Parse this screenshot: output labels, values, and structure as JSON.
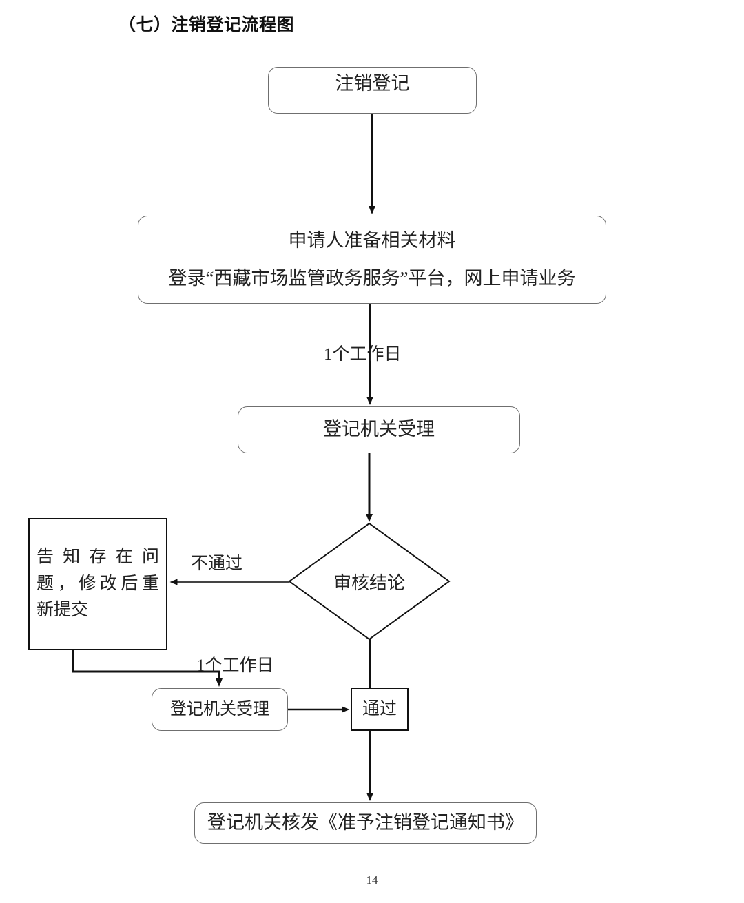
{
  "document": {
    "title": "（七）注销登记流程图",
    "page_number": "14"
  },
  "flowchart": {
    "type": "flowchart",
    "nodes": [
      {
        "id": "start",
        "shape": "rounded-rect",
        "text": "注销登记"
      },
      {
        "id": "prepare",
        "shape": "rounded-rect",
        "line1": "申请人准备相关材料",
        "line2": "登录“西藏市场监管政务服务”平台，网上申请业务"
      },
      {
        "id": "accept1",
        "shape": "rounded-rect",
        "text": "登记机关受理"
      },
      {
        "id": "decision",
        "shape": "diamond",
        "text": "审核结论"
      },
      {
        "id": "notify",
        "shape": "rect",
        "line1": "告知存在问",
        "line2": "题，修改后重",
        "line3": "新提交"
      },
      {
        "id": "accept2",
        "shape": "rounded-rect",
        "text": "登记机关受理"
      },
      {
        "id": "pass",
        "shape": "rect",
        "text": "通过"
      },
      {
        "id": "final",
        "shape": "rounded-rect",
        "text": "登记机关核发《准予注销登记通知书》"
      }
    ],
    "edge_labels": {
      "start_to_prepare": "",
      "prepare_to_accept1": "1个工作日",
      "decision_to_notify": "不通过",
      "notify_to_accept2": "1个工作日"
    }
  },
  "colors": {
    "stroke_soft": "#6f6f6f",
    "stroke_hard": "#111111",
    "background": "#ffffff",
    "text": "#222222"
  }
}
